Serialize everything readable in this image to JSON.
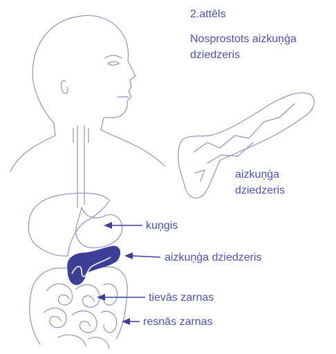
{
  "figure": {
    "number": "2.attēls",
    "title": "Nosprostots aizkuņģa dziedzeris"
  },
  "labels": {
    "pancreas_detail": "aizkuņģa dziedzeris",
    "stomach": "kuņgis",
    "pancreas": "aizkuņģa dziedzeris",
    "small_intestine": "tievās zarnas",
    "large_intestine": "resnās zarnas"
  },
  "colors": {
    "outline": "#8e90c2",
    "label_text": "#4a4fb3",
    "pancreas_fill": "#3d3f96",
    "arrow": "#3d3f96"
  }
}
